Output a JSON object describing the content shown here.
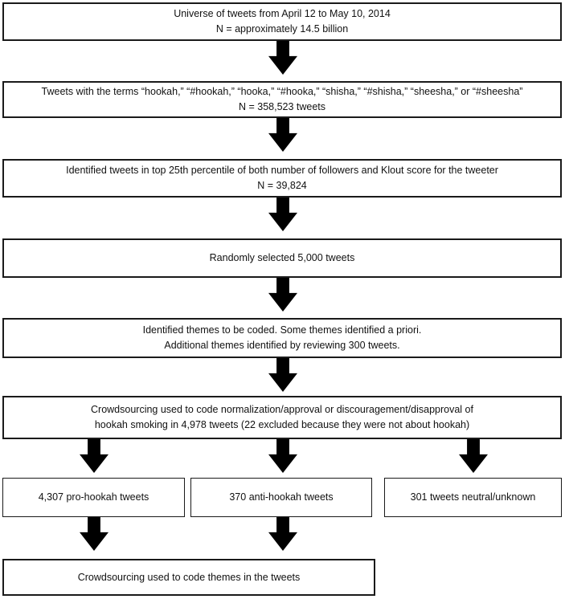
{
  "flowchart": {
    "steps": [
      {
        "id": "universe",
        "lines": [
          "Universe of tweets from April 12 to May 10, 2014",
          "N = approximately 14.5 billion"
        ]
      },
      {
        "id": "search-terms",
        "lines": [
          "Tweets with the terms “hookah,” “#hookah,” “hooka,” “#hooka,” “shisha,” “#shisha,” “sheesha,” or “#sheesha”",
          "N = 358,523 tweets"
        ]
      },
      {
        "id": "percentile-filter",
        "lines": [
          "Identified tweets in top 25th percentile of both number of followers and Klout score for the tweeter",
          "N = 39,824"
        ]
      },
      {
        "id": "random-sample",
        "lines": [
          "Randomly selected 5,000 tweets"
        ]
      },
      {
        "id": "theme-identification",
        "lines": [
          "Identified themes to be coded. Some themes identified a priori.",
          "Additional themes identified by reviewing 300 tweets."
        ]
      },
      {
        "id": "crowdsourcing-sentiment",
        "lines": [
          "Crowdsourcing used to code normalization/approval or discouragement/disapproval of",
          "hookah smoking in 4,978 tweets (22 excluded because they were not about hookah)"
        ]
      }
    ],
    "branches": [
      {
        "id": "pro-hookah",
        "label": "4,307 pro-hookah tweets"
      },
      {
        "id": "anti-hookah",
        "label": "370 anti-hookah tweets"
      },
      {
        "id": "neutral-unknown",
        "label": "301 tweets neutral/unknown"
      }
    ],
    "final_step": {
      "id": "crowdsourcing-themes",
      "label": "Crowdsourcing used to code themes in the tweets"
    }
  },
  "colors": {
    "background": "#ffffff",
    "box_border": "#1a1a1a",
    "arrow": "#000000",
    "text": "#111111"
  }
}
